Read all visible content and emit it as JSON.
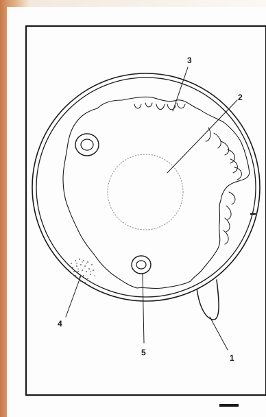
{
  "labels": {
    "l1": "1",
    "l2": "2",
    "l3": "3",
    "l4": "4",
    "l5": "5"
  },
  "colors": {
    "ink": "#1a1a1a",
    "paper": "#fdfdfd",
    "frame_edge": "#c77a4c"
  }
}
